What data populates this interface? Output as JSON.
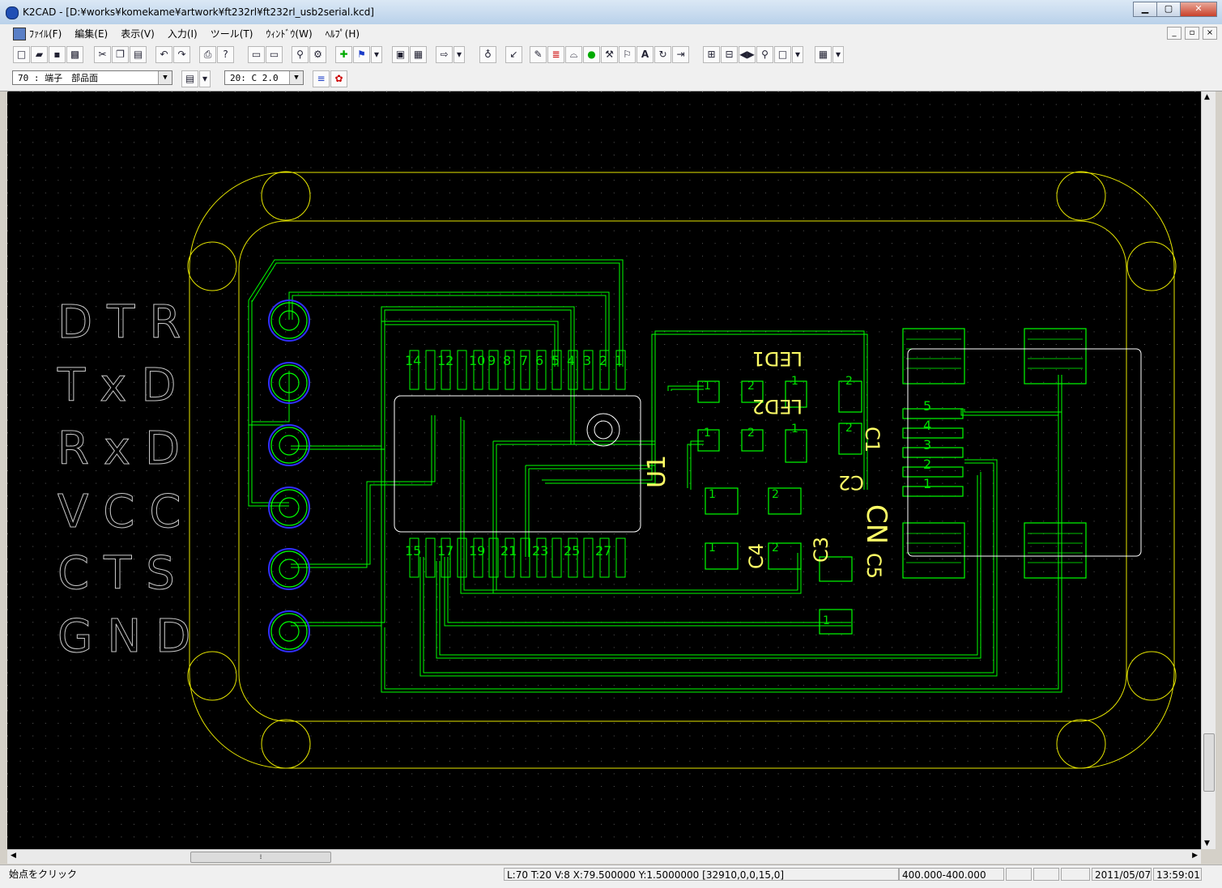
{
  "window": {
    "title": "K2CAD - [D:¥works¥komekame¥artwork¥ft232rl¥ft232rl_usb2serial.kcd]",
    "min": "▁",
    "max": "▢",
    "close": "✕"
  },
  "menu": {
    "items": [
      "ﾌｧｲﾙ(F)",
      "編集(E)",
      "表示(V)",
      "入力(I)",
      "ツール(T)",
      "ｳｨﾝﾄﾞｳ(W)",
      "ﾍﾙﾌﾟ(H)"
    ]
  },
  "toolbar2": {
    "layer_combo": "70 : 端子　部品面",
    "line_combo": "20: C 2.0"
  },
  "canvas": {
    "signal_labels": [
      "DTR",
      "TxD",
      "RxD",
      "VCC",
      "CTS",
      "GND"
    ],
    "components": {
      "u1": "U1",
      "led1": "LED1",
      "led2": "LED2",
      "c1": "C1",
      "c2": "C2",
      "c3": "C3",
      "c4": "C4",
      "cn": "CN",
      "c5": "C5"
    },
    "top_pins": [
      "14",
      "12",
      "10",
      "9",
      "8",
      "7",
      "6",
      "5",
      "4",
      "3",
      "2",
      "1"
    ],
    "bottom_pins": [
      "15",
      "17",
      "19",
      "21",
      "23",
      "25",
      "27"
    ],
    "cn_pins": [
      "5",
      "4",
      "3",
      "2",
      "1"
    ],
    "pad_numbers": [
      "1",
      "2",
      "1",
      "2",
      "1",
      "2",
      "1",
      "2",
      "1",
      "2",
      "1",
      "2",
      "1"
    ],
    "colors": {
      "outline": "#e6e600",
      "copper": "#00ff00",
      "text": "#ffff66",
      "pin_text": "#00e000",
      "grid": "#5a5a5a",
      "ring": "#3030ff"
    }
  },
  "status": {
    "message": "始点をクリック",
    "coords": "L:70 T:20 V:8 X:79.500000 Y:1.5000000 [32910,0,0,15,0]",
    "range": "400.000-400.000",
    "date": "2011/05/07",
    "time": "13:59:01"
  }
}
